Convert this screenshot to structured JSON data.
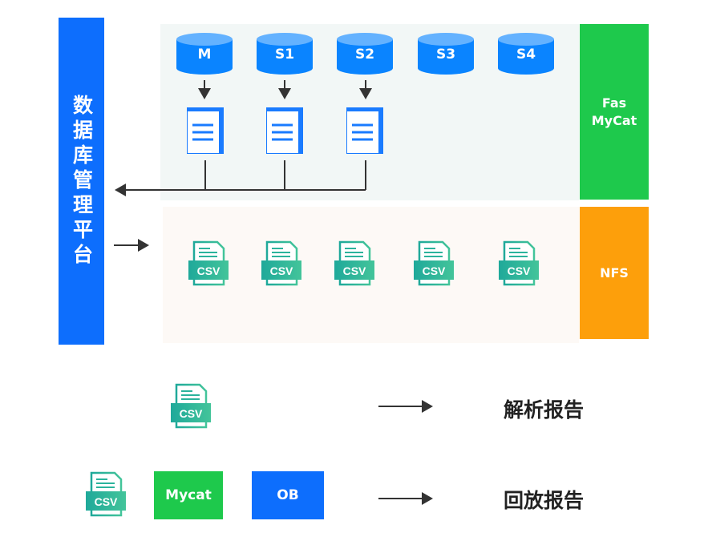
{
  "platform_label": "数据库管理平台",
  "databases": [
    "M",
    "S1",
    "S2",
    "S3",
    "S4"
  ],
  "fas_label": "Fas\nMyCat",
  "nfs_label": "NFS",
  "csv_label": "CSV",
  "legend": [
    {
      "result": "解析报告"
    },
    {
      "mycat": "Mycat",
      "ob": "OB",
      "result": "回放报告"
    }
  ],
  "colors": {
    "blue": "#0d6efd",
    "db_blue": "#0a84ff",
    "green": "#1ec94c",
    "orange": "#fd9f0b",
    "teal": "#1fa99a"
  }
}
